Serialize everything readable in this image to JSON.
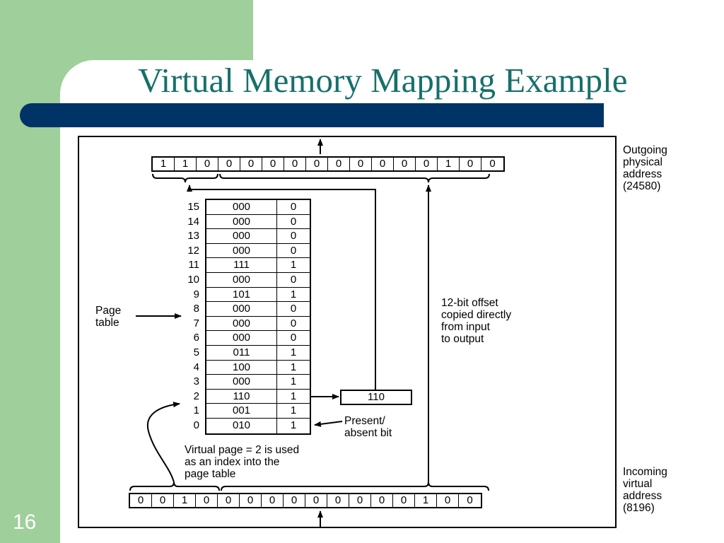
{
  "slide": {
    "title": "Virtual Memory Mapping Example",
    "number": "16"
  },
  "diagram": {
    "outgoing_bits": [
      "1",
      "1",
      "0",
      "0",
      "0",
      "0",
      "0",
      "0",
      "0",
      "0",
      "0",
      "0",
      "0",
      "1",
      "0",
      "0"
    ],
    "incoming_bits": [
      "0",
      "0",
      "1",
      "0",
      "0",
      "0",
      "0",
      "0",
      "0",
      "0",
      "0",
      "0",
      "0",
      "1",
      "0",
      "0"
    ],
    "page_table": [
      {
        "index": "15",
        "frame": "000",
        "present": "0"
      },
      {
        "index": "14",
        "frame": "000",
        "present": "0"
      },
      {
        "index": "13",
        "frame": "000",
        "present": "0"
      },
      {
        "index": "12",
        "frame": "000",
        "present": "0"
      },
      {
        "index": "11",
        "frame": "111",
        "present": "1"
      },
      {
        "index": "10",
        "frame": "000",
        "present": "0"
      },
      {
        "index": "9",
        "frame": "101",
        "present": "1"
      },
      {
        "index": "8",
        "frame": "000",
        "present": "0"
      },
      {
        "index": "7",
        "frame": "000",
        "present": "0"
      },
      {
        "index": "6",
        "frame": "000",
        "present": "0"
      },
      {
        "index": "5",
        "frame": "011",
        "present": "1"
      },
      {
        "index": "4",
        "frame": "100",
        "present": "1"
      },
      {
        "index": "3",
        "frame": "000",
        "present": "1"
      },
      {
        "index": "2",
        "frame": "110",
        "present": "1"
      },
      {
        "index": "1",
        "frame": "001",
        "present": "1"
      },
      {
        "index": "0",
        "frame": "010",
        "present": "1"
      }
    ],
    "output_frame": "110",
    "labels": {
      "outgoing": "Outgoing\nphysical\naddress\n(24580)",
      "incoming": "Incoming\nvirtual\naddress\n(8196)",
      "page_table": "Page\ntable",
      "offset": "12-bit offset\ncopied directly\nfrom input\nto output",
      "present_bit": "Present/\nabsent bit",
      "virtual_page": "Virtual page = 2 is used\nas an index into the\npage table"
    }
  }
}
